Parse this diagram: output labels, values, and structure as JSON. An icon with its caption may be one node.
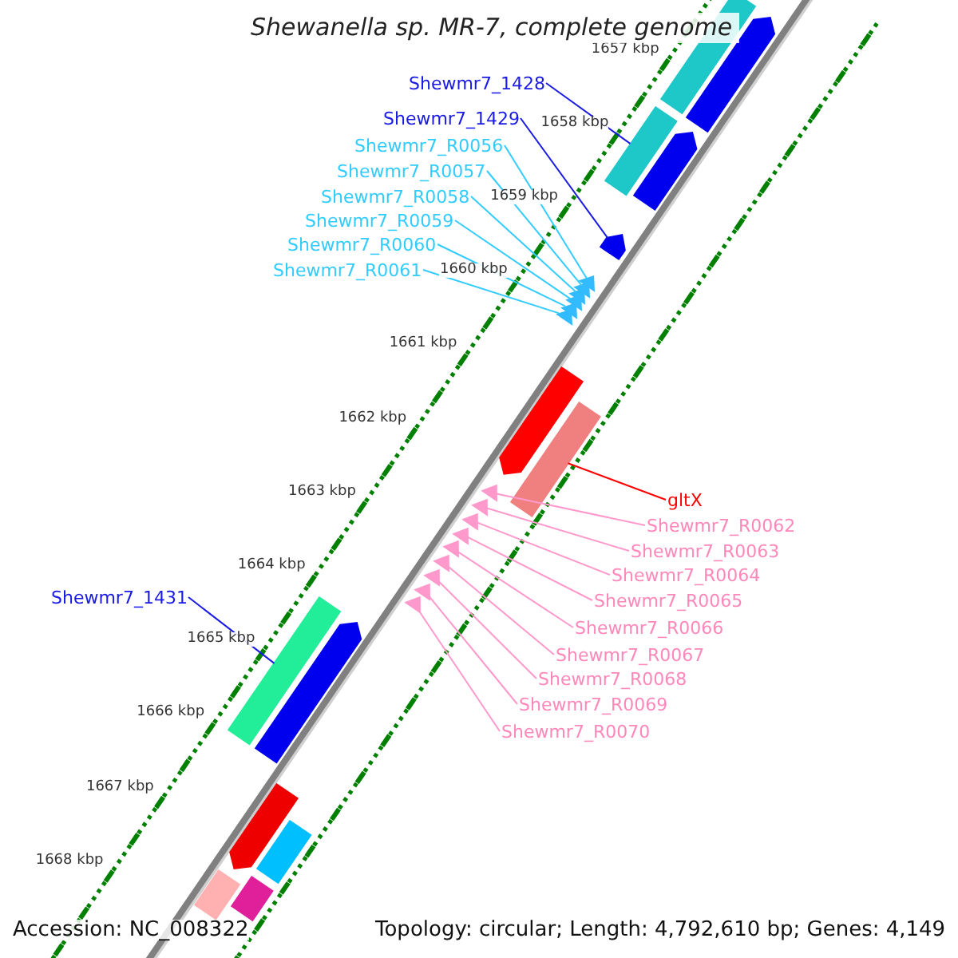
{
  "diagram": {
    "title": "Shewanella sp. MR-7, complete genome",
    "nodes": [
      {
        "text": [
          "Shewmr7_1428"
        ]
      },
      {
        "text": [],
        "shape": "bar"
      },
      {
        "text": [
          "Shewmr7_1429"
        ]
      },
      {
        "text": [],
        "shape": "arrow"
      },
      {
        "text": [
          "Shewmr7_R0056"
        ]
      },
      {
        "text": [],
        "shape": "triangle"
      },
      {
        "text": [
          "Shewmr7_R0057"
        ]
      },
      {
        "text": [],
        "shape": "triangle"
      },
      {
        "text": [
          "Shewmr7_R0058"
        ]
      },
      {
        "text": [],
        "shape": "triangle"
      },
      {
        "text": [
          "Shewmr7_R0059"
        ]
      },
      {
        "text": [],
        "shape": "triangle"
      },
      {
        "text": [
          "Shewmr7_R0060"
        ]
      },
      {
        "text": [],
        "shape": "triangle"
      },
      {
        "text": [
          "Shewmr7_R0061"
        ]
      },
      {
        "text": [],
        "shape": "triangle"
      },
      {
        "text": [
          "gltX"
        ]
      },
      {
        "text": [],
        "shape": "bar"
      },
      {
        "text": [
          "Shewmr7_R0062"
        ]
      },
      {
        "text": [],
        "shape": "triangle"
      },
      {
        "text": [
          "Shewmr7_R0063"
        ]
      },
      {
        "text": [],
        "shape": "triangle"
      },
      {
        "text": [
          "Shewmr7_R0064"
        ]
      },
      {
        "text": [],
        "shape": "triangle"
      },
      {
        "text": [
          "Shewmr7_R0065"
        ]
      },
      {
        "text": [],
        "shape": "triangle"
      },
      {
        "text": [
          "Shewmr7_R0066"
        ]
      },
      {
        "text": [],
        "shape": "triangle"
      },
      {
        "text": [
          "Shewmr7_R0067"
        ]
      },
      {
        "text": [],
        "shape": "triangle"
      },
      {
        "text": [
          "Shewmr7_R0068"
        ]
      },
      {
        "text": [],
        "shape": "triangle"
      },
      {
        "text": [
          "Shewmr7_R0069"
        ]
      },
      {
        "text": [],
        "shape": "triangle"
      },
      {
        "text": [
          "Shewmr7_R0070"
        ]
      },
      {
        "text": [],
        "shape": "triangle"
      },
      {
        "text": [
          "Shewmr7_1431"
        ]
      },
      {
        "text": [],
        "shape": "bar"
      },
      {
        "text": [],
        "shape": "bar"
      },
      {
        "text": [],
        "shape": "arrow"
      },
      {
        "text": [],
        "shape": "arrow"
      },
      {
        "text": [],
        "shape": "arrow"
      },
      {
        "text": [],
        "shape": "arrow"
      },
      {
        "text": [],
        "shape": "arrow"
      },
      {
        "text": [],
        "shape": "bar"
      },
      {
        "text": [],
        "shape": "bar"
      },
      {
        "text": [],
        "shape": "bar"
      }
    ],
    "edges": [
      {
        "from": 0,
        "to": 1,
        "arrow": "none",
        "color": "#1a1ae6"
      },
      {
        "from": 2,
        "to": 3,
        "arrow": "none",
        "color": "#1a1ae6"
      },
      {
        "from": 4,
        "to": 5,
        "arrow": "none",
        "color": "#33ccff"
      },
      {
        "from": 6,
        "to": 7,
        "arrow": "none",
        "color": "#33ccff"
      },
      {
        "from": 8,
        "to": 9,
        "arrow": "none",
        "color": "#33ccff"
      },
      {
        "from": 10,
        "to": 11,
        "arrow": "none",
        "color": "#33ccff"
      },
      {
        "from": 12,
        "to": 13,
        "arrow": "none",
        "color": "#33ccff"
      },
      {
        "from": 14,
        "to": 15,
        "arrow": "none",
        "color": "#33ccff"
      },
      {
        "from": 16,
        "to": 17,
        "arrow": "none",
        "color": "#ff0000"
      },
      {
        "from": 18,
        "to": 19,
        "arrow": "none"
      },
      {
        "from": 20,
        "to": 21,
        "arrow": "none"
      },
      {
        "from": 22,
        "to": 23,
        "arrow": "none"
      },
      {
        "from": 24,
        "to": 25,
        "arrow": "none"
      },
      {
        "from": 26,
        "to": 27,
        "arrow": "none"
      },
      {
        "from": 28,
        "to": 29,
        "arrow": "none"
      },
      {
        "from": 30,
        "to": 31,
        "arrow": "none"
      },
      {
        "from": 32,
        "to": 33,
        "arrow": "none"
      },
      {
        "from": 34,
        "to": 35,
        "arrow": "none"
      },
      {
        "from": 36,
        "to": 37,
        "arrow": "none",
        "color": "#1a1ae6"
      }
    ],
    "labels": [
      "1657 kbp",
      "1658 kbp",
      "1659 kbp",
      "1660 kbp",
      "1661 kbp",
      "1662 kbp",
      "1663 kbp",
      "1664 kbp",
      "1665 kbp",
      "1666 kbp",
      "1667 kbp",
      "1668 kbp",
      "Accession: NC_008322",
      "Topology: circular; Length: 4,792,610 bp; Genes: 4,149"
    ]
  }
}
